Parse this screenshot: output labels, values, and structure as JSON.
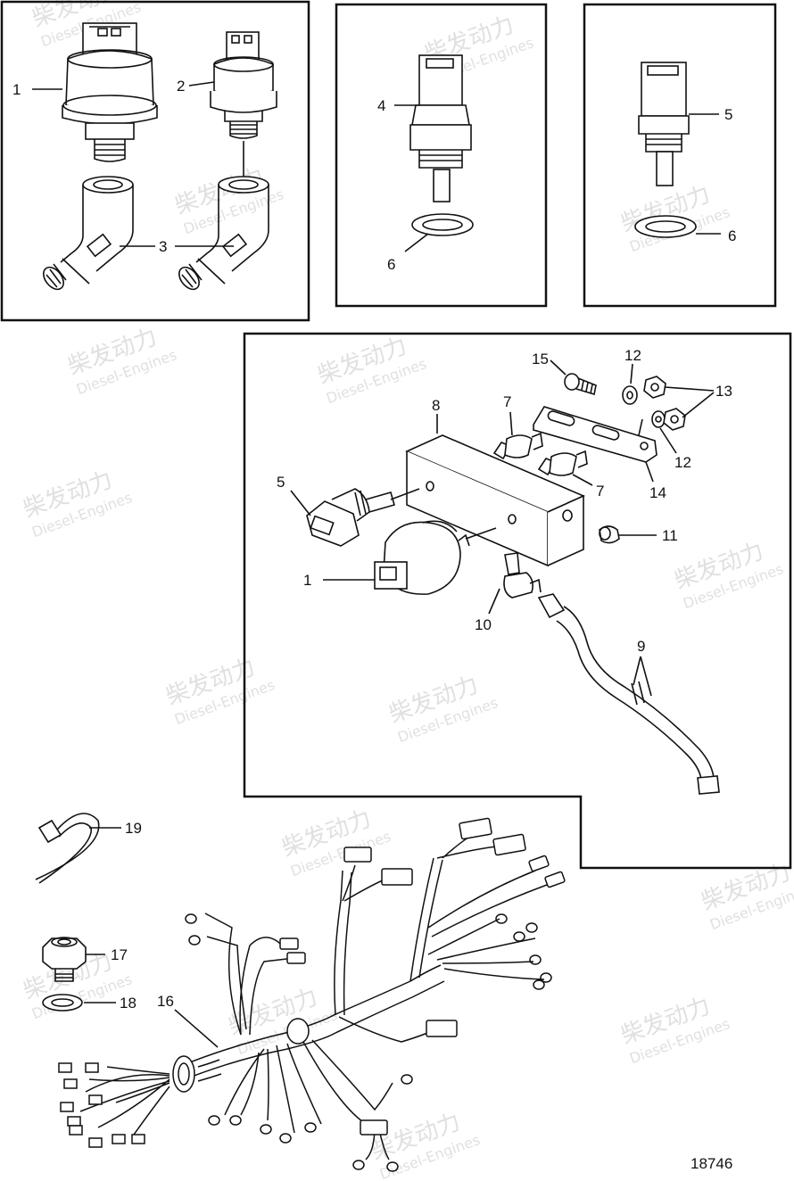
{
  "drawing_number": "18746",
  "colors": {
    "line": "#111111",
    "watermark": "#c7c7c7",
    "background": "#ffffff"
  },
  "watermark": {
    "brand_cn": "柴发动力",
    "brand_en": "Diesel-Engines"
  },
  "callouts": {
    "c1a": "1",
    "c2": "2",
    "c3": "3",
    "c4": "4",
    "c6a": "6",
    "c5a": "5",
    "c6b": "6",
    "c15": "15",
    "c12a": "12",
    "c13": "13",
    "c7a": "7",
    "c8": "8",
    "c12b": "12",
    "c7b": "7",
    "c14": "14",
    "c5b": "5",
    "c11": "11",
    "c1b": "1",
    "c10": "10",
    "c9": "9",
    "c19": "19",
    "c17": "17",
    "c18": "18",
    "c16": "16"
  }
}
